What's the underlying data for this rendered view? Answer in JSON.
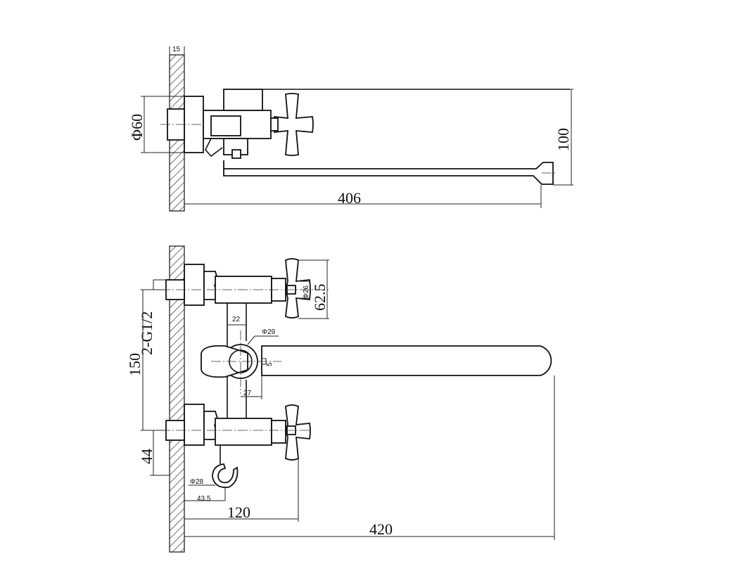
{
  "colors": {
    "line": "#111111",
    "background": "#ffffff"
  },
  "top_view": {
    "wall_thickness": "15",
    "flange_diameter": "Φ60",
    "spout_drop": "100",
    "spout_reach": "406"
  },
  "front_view": {
    "inlets": "2-G1/2",
    "centre_distance": "150",
    "inlet_offset": "44",
    "handle_diameter": "Φ26",
    "handle_height": "62.5",
    "body_spacing": "22",
    "diverter_diameter": "Φ29",
    "diverter_small": "5",
    "diverter_offset": "27",
    "hook_diameter": "Φ28",
    "hook_note": "43.5",
    "body_reach": "120",
    "spout_reach": "420"
  }
}
